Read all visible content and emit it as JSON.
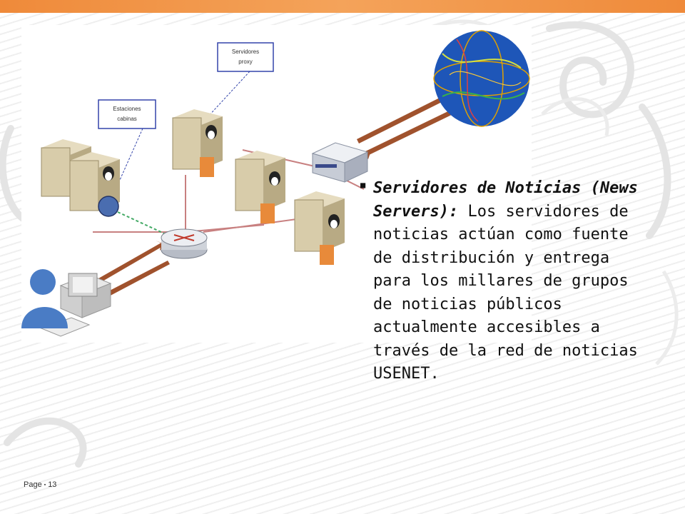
{
  "slide": {
    "accent_color": "#ef8a3a",
    "bullet_marker": "■",
    "term": "Servidores de Noticias (News Servers):",
    "body": " Los servidores de noticias actúan como fuente de distribución y entrega para los millares de grupos de noticias públicos actualmente accesibles a través de la red de noticias USENET."
  },
  "diagram": {
    "callout_1": [
      "Servidores",
      "proxy"
    ],
    "callout_2": [
      "Estaciones",
      "cabinas"
    ]
  },
  "footer": {
    "page_label": "Page",
    "separator": "▪",
    "page_number": "13"
  }
}
